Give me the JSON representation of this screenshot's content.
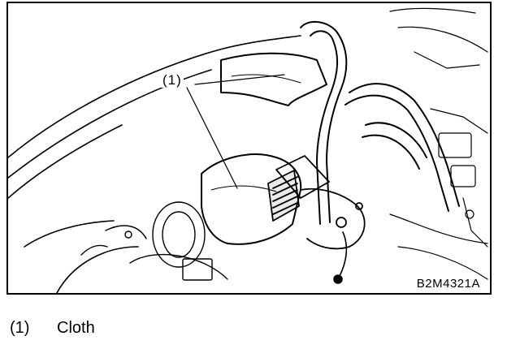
{
  "figure": {
    "callout": "(1)",
    "code": "B2M4321A",
    "icon": "engine-bay-line-drawing"
  },
  "legend": {
    "items": [
      {
        "key": "(1)",
        "label": "Cloth"
      }
    ]
  }
}
